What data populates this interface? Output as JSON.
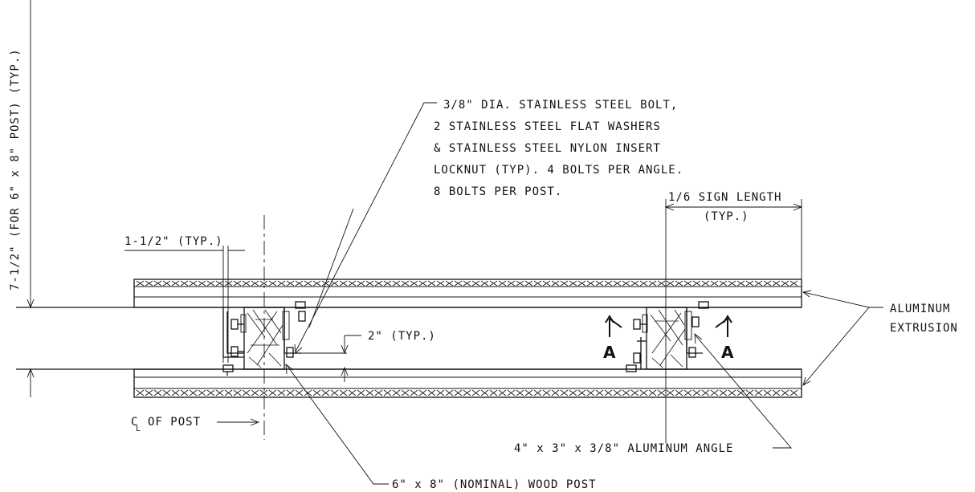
{
  "labels": {
    "vertical_dim": "7-1/2\" (FOR 6\" x 8\" POST) (TYP.)",
    "bolt_note": [
      "3/8\" DIA. STAINLESS STEEL BOLT,",
      "2 STAINLESS STEEL FLAT WASHERS",
      "& STAINLESS STEEL NYLON INSERT",
      "LOCKNUT (TYP). 4 BOLTS PER ANGLE.",
      "8 BOLTS PER POST."
    ],
    "sign_length": "1/6 SIGN LENGTH",
    "sign_length_typ": "(TYP.)",
    "dim_1_5": "1-1/2\" (TYP.)",
    "dim_2": "2\" (TYP.)",
    "extrusion": [
      "ALUMINUM",
      "EXTRUSION"
    ],
    "centerline_sym": "C",
    "centerline_sub": "L",
    "centerline": "OF POST",
    "angle": "4\" x 3\" x 3/8\" ALUMINUM ANGLE",
    "wood_post": "6\" x 8\" (NOMINAL) WOOD POST",
    "section_mark": "A"
  }
}
